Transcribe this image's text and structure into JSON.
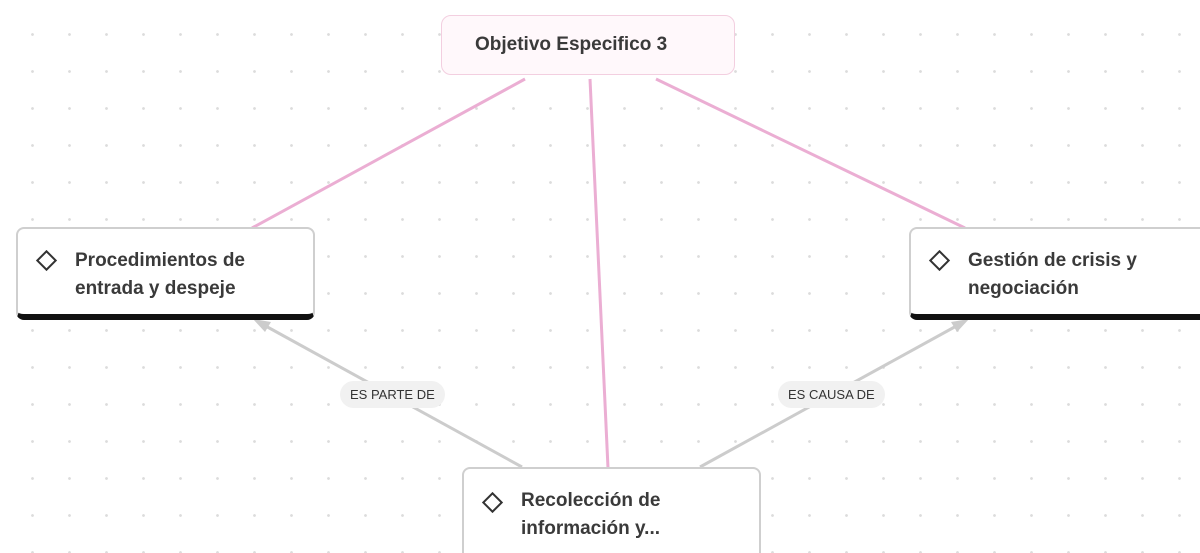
{
  "root": {
    "label": "Objetivo Especifico 3"
  },
  "nodes": {
    "left": {
      "label_line1": "Procedimientos de",
      "label_line2": "entrada y despeje"
    },
    "right": {
      "label_line1": "Gestión de crisis y",
      "label_line2": "negociación"
    },
    "bottom": {
      "label_line1": "Recolección de",
      "label_line2": "información y..."
    }
  },
  "edges": {
    "bottom_to_left": "ES PARTE DE",
    "bottom_to_right": "ES CAUSA DE"
  },
  "colors": {
    "root_link": "#ebaed3",
    "relation_link": "#cccccc",
    "node_border": "#cfcfcf",
    "node_bottom_bar": "#111111",
    "root_fill": "#fff8fb",
    "edge_label_bg": "#f1f1f1"
  },
  "icons": {
    "node_icon": "diamond-icon",
    "arrowhead": "arrowhead-icon"
  }
}
